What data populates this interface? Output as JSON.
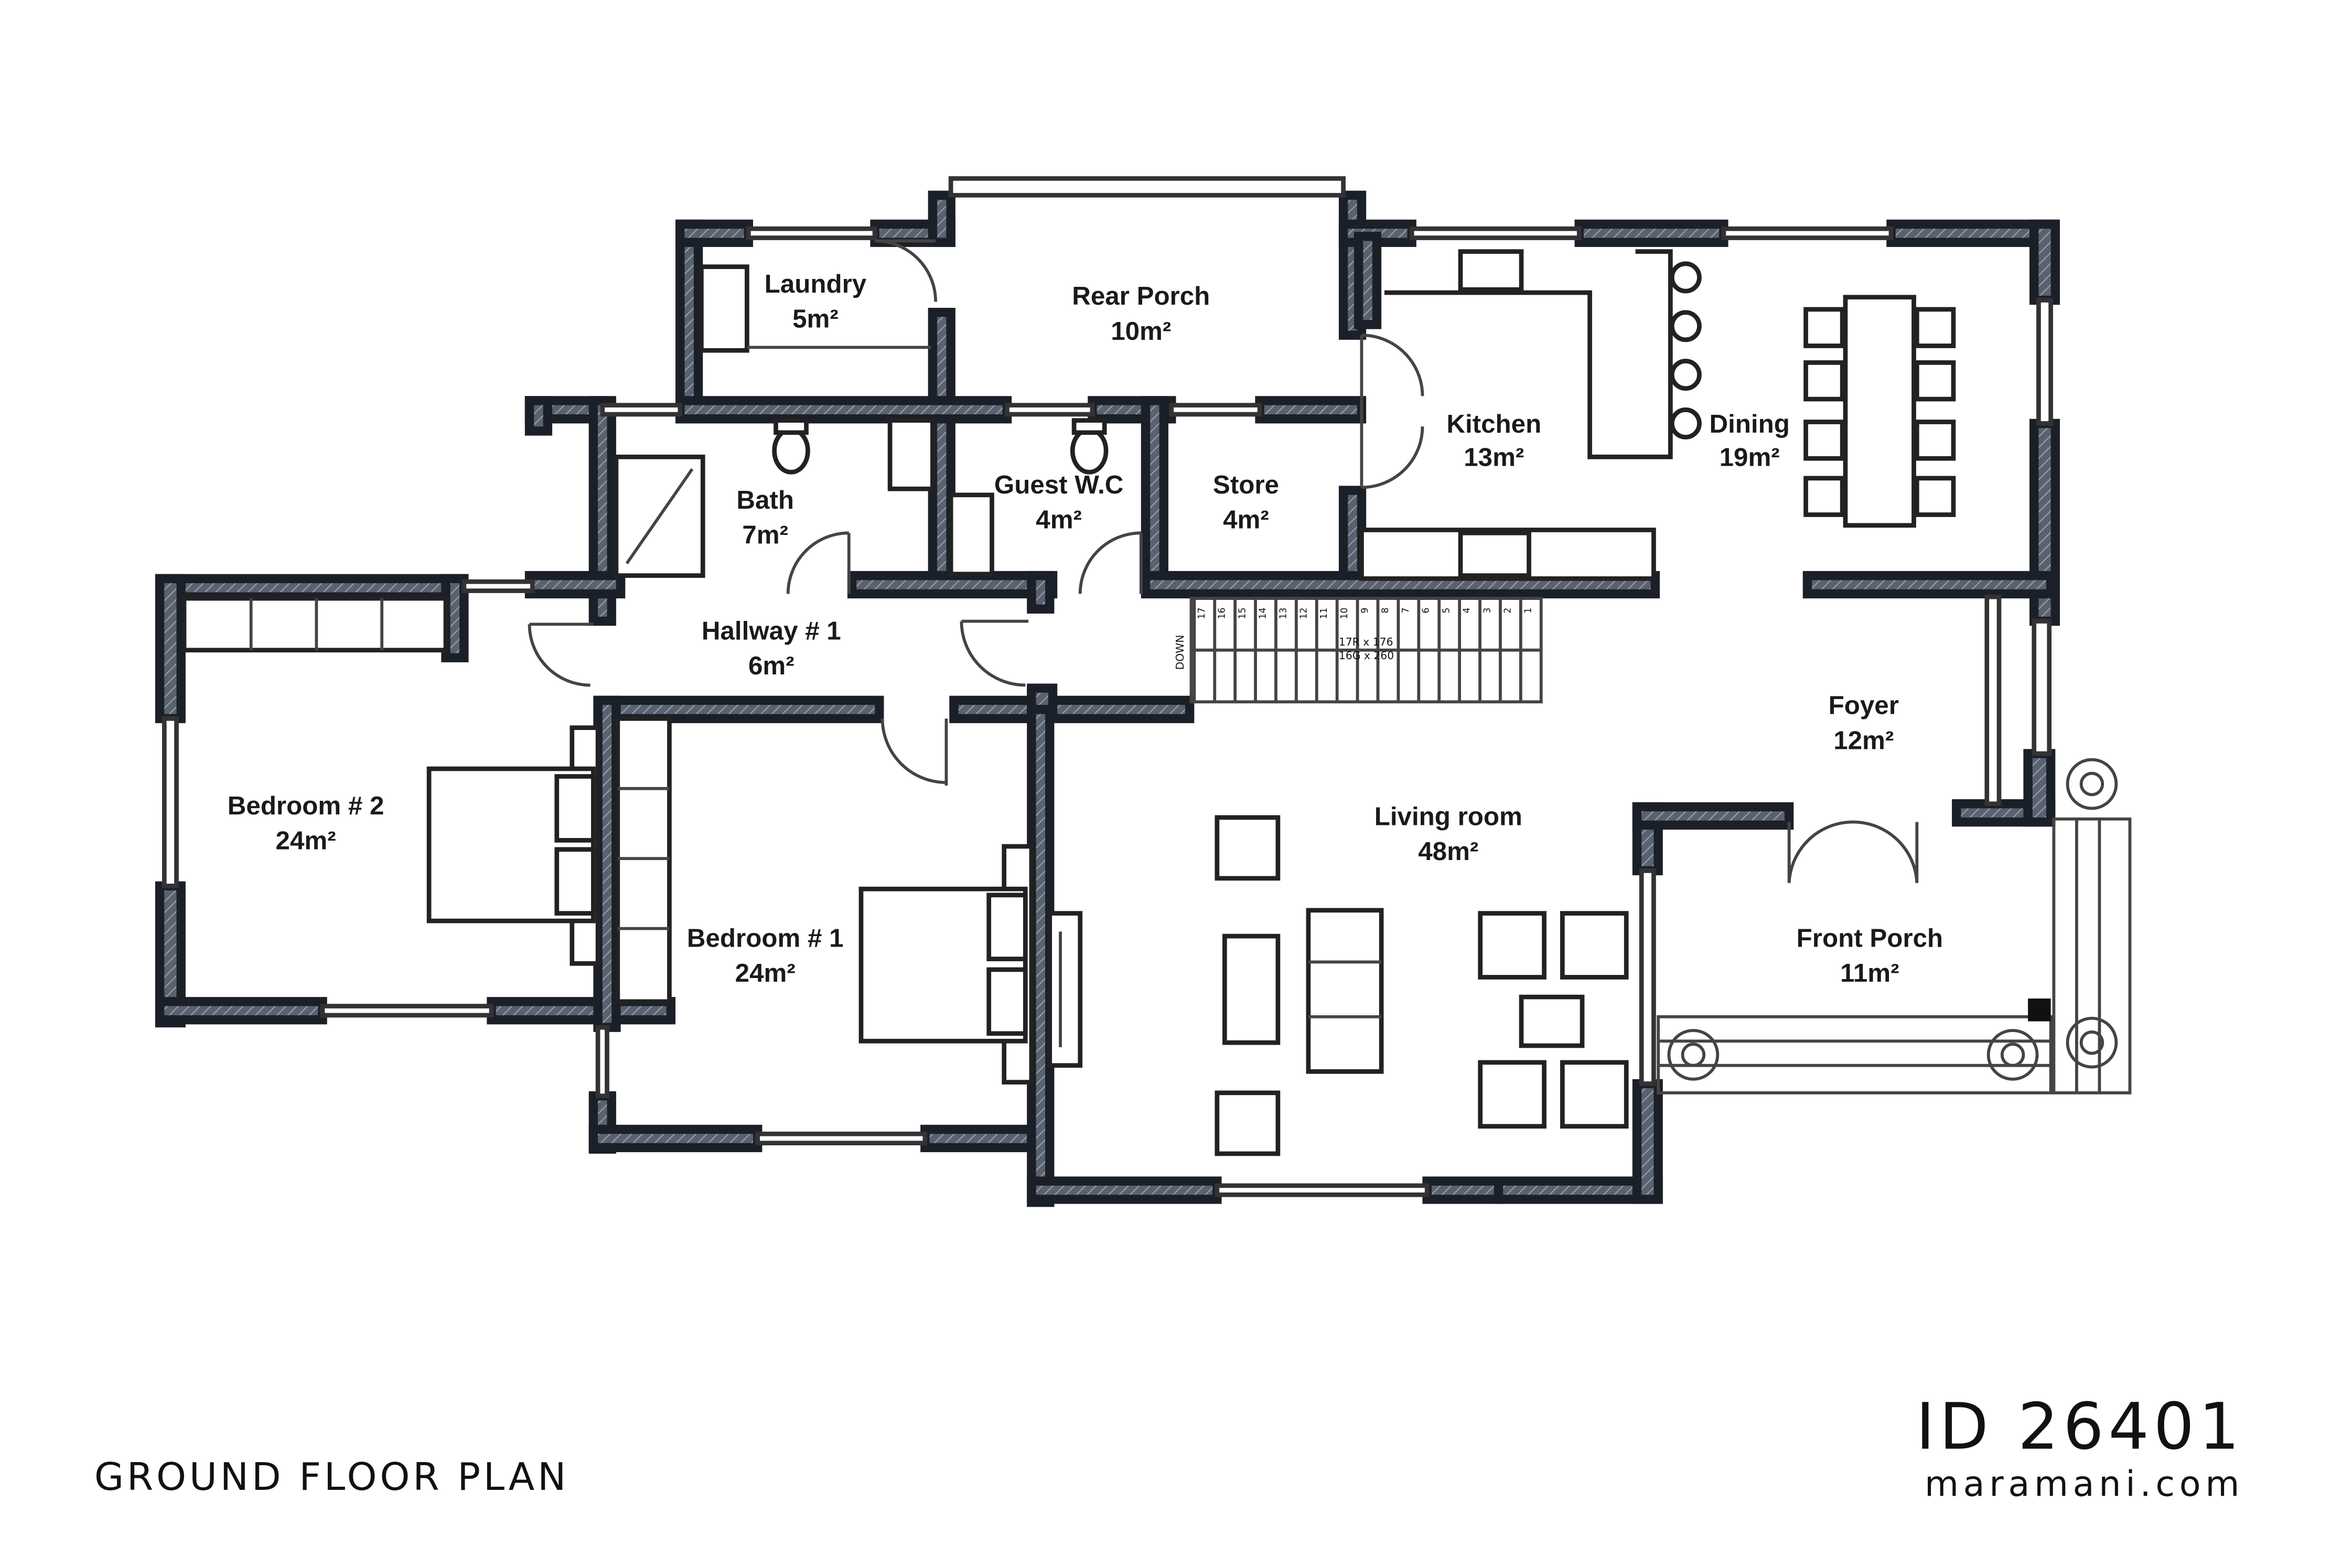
{
  "rooms": [
    {
      "name": "Laundry",
      "area": "5m²"
    },
    {
      "name": "Rear Porch",
      "area": "10m²"
    },
    {
      "name": "Kitchen",
      "area": "13m²"
    },
    {
      "name": "Dining",
      "area": "19m²"
    },
    {
      "name": "Bath",
      "area": "7m²"
    },
    {
      "name": "Guest W.C",
      "area": "4m²"
    },
    {
      "name": "Store",
      "area": "4m²"
    },
    {
      "name": "Hallway # 1",
      "area": "6m²"
    },
    {
      "name": "Bedroom # 2",
      "area": "24m²"
    },
    {
      "name": "Bedroom # 1",
      "area": "24m²"
    },
    {
      "name": "Living room",
      "area": "48m²"
    },
    {
      "name": "Foyer",
      "area": "12m²"
    },
    {
      "name": "Front Porch",
      "area": "11m²"
    }
  ],
  "stairs": {
    "direction": "DOWN",
    "spec_risers": "17R x 176",
    "spec_goings": "16G x 260",
    "steps": [
      "17",
      "16",
      "15",
      "14",
      "13",
      "12",
      "11",
      "10",
      "9",
      "8",
      "7",
      "6",
      "5",
      "4",
      "3",
      "2",
      "1"
    ]
  },
  "caption": {
    "plan_title": "GROUND FLOOR PLAN",
    "plan_id": "ID 26401",
    "website": "maramani.com"
  },
  "colors": {
    "wall_fill": "#5a6270",
    "wall_stroke": "#1b2028"
  }
}
